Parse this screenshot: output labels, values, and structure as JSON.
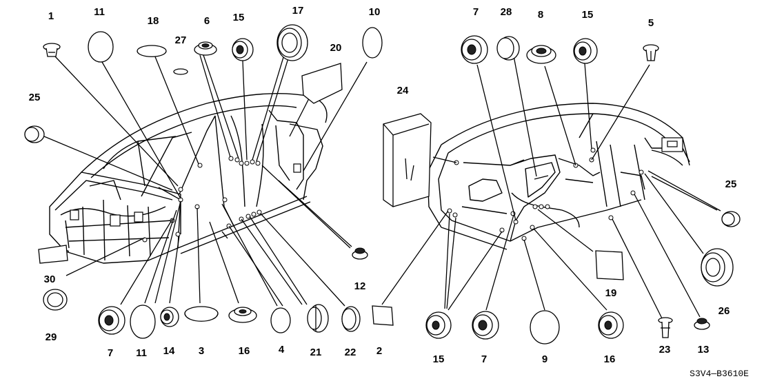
{
  "diagram": {
    "drawing_code": "S3V4—B3610E",
    "labels": [
      {
        "id": "l1",
        "text": "1"
      },
      {
        "id": "l11a",
        "text": "11"
      },
      {
        "id": "l18",
        "text": "18"
      },
      {
        "id": "l27",
        "text": "27"
      },
      {
        "id": "l6",
        "text": "6"
      },
      {
        "id": "l15a",
        "text": "15"
      },
      {
        "id": "l17",
        "text": "17"
      },
      {
        "id": "l20",
        "text": "20"
      },
      {
        "id": "l10",
        "text": "10"
      },
      {
        "id": "l25a",
        "text": "25"
      },
      {
        "id": "l24",
        "text": "24"
      },
      {
        "id": "l30",
        "text": "30"
      },
      {
        "id": "l29",
        "text": "29"
      },
      {
        "id": "l7a",
        "text": "7"
      },
      {
        "id": "l11b",
        "text": "11"
      },
      {
        "id": "l14",
        "text": "14"
      },
      {
        "id": "l3",
        "text": "3"
      },
      {
        "id": "l16a",
        "text": "16"
      },
      {
        "id": "l4",
        "text": "4"
      },
      {
        "id": "l21",
        "text": "21"
      },
      {
        "id": "l22",
        "text": "22"
      },
      {
        "id": "l2",
        "text": "2"
      },
      {
        "id": "l12",
        "text": "12"
      },
      {
        "id": "l7b",
        "text": "7"
      },
      {
        "id": "l28",
        "text": "28"
      },
      {
        "id": "l8",
        "text": "8"
      },
      {
        "id": "l15b",
        "text": "15"
      },
      {
        "id": "l5",
        "text": "5"
      },
      {
        "id": "l25b",
        "text": "25"
      },
      {
        "id": "l26",
        "text": "26"
      },
      {
        "id": "l19",
        "text": "19"
      },
      {
        "id": "l15c",
        "text": "15"
      },
      {
        "id": "l7c",
        "text": "7"
      },
      {
        "id": "l9",
        "text": "9"
      },
      {
        "id": "l16b",
        "text": "16"
      },
      {
        "id": "l23",
        "text": "23"
      },
      {
        "id": "l13",
        "text": "13"
      }
    ]
  }
}
